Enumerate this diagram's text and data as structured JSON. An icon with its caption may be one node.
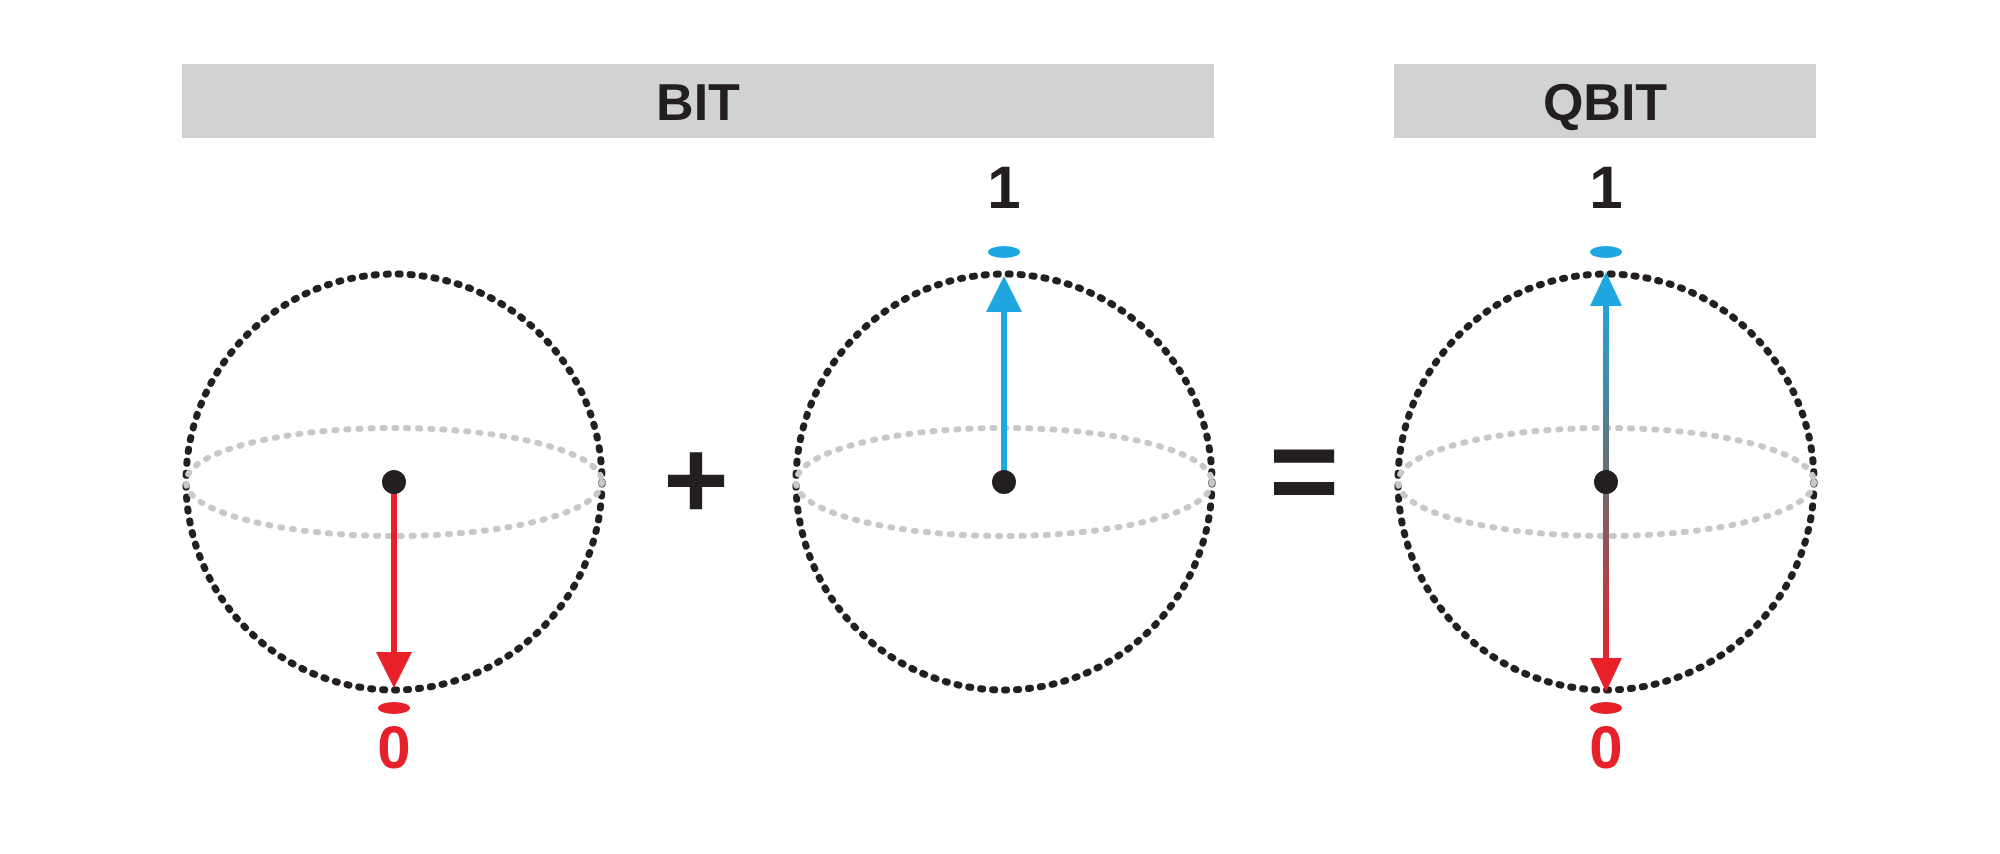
{
  "diagram": {
    "nodes": [
      {
        "text": [
          "BIT"
        ]
      },
      {
        "text": [
          "QBIT"
        ]
      }
    ],
    "labels": [
      "0",
      "+",
      "1",
      "=",
      "1",
      "0"
    ]
  }
}
